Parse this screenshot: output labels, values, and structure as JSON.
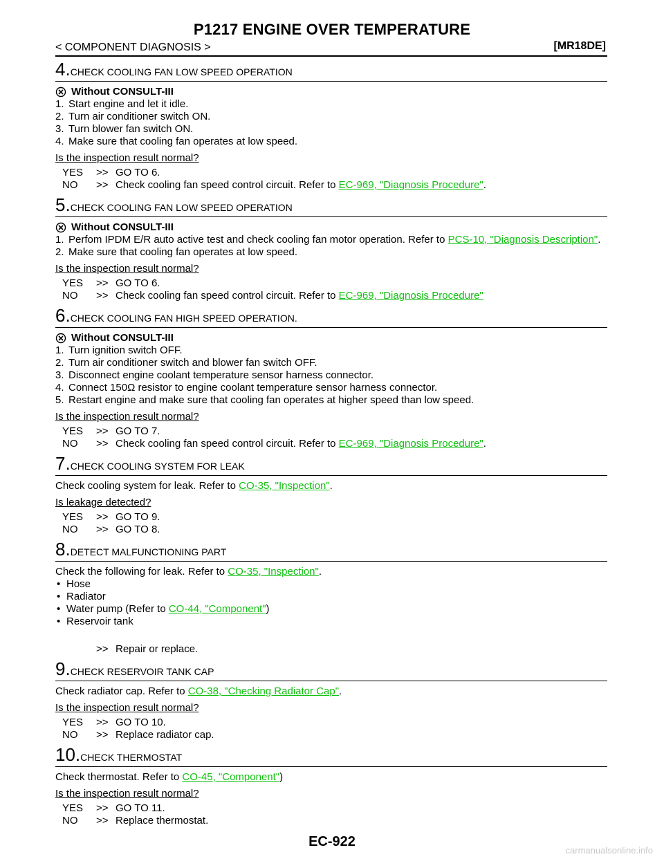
{
  "header": {
    "title": "P1217 ENGINE OVER TEMPERATURE",
    "section": "< COMPONENT DIAGNOSIS >",
    "engine": "[MR18DE]"
  },
  "steps": {
    "s4": {
      "num": "4.",
      "title": "CHECK COOLING FAN LOW SPEED OPERATION",
      "sub": "Without CONSULT-III",
      "items": [
        "1.",
        "Start engine and let it idle.",
        "2.",
        "Turn air conditioner switch ON.",
        "3.",
        "Turn blower fan switch ON.",
        "4.",
        "Make sure that cooling fan operates at low speed."
      ],
      "question": "Is the inspection result normal?",
      "yes_k": "YES",
      "yes_s": ">>",
      "yes_t": "GO TO 6.",
      "no_k": "NO",
      "no_s": ">>",
      "no_t": "Check cooling fan speed control circuit. Refer to ",
      "no_link": "EC-969, \"Diagnosis Procedure\"",
      "no_end": "."
    },
    "s5": {
      "num": "5.",
      "title": "CHECK COOLING FAN LOW SPEED OPERATION",
      "sub": "Without CONSULT-III",
      "i1n": "1.",
      "i1t": "Perfom IPDM E/R auto active test and check cooling fan motor operation. Refer to ",
      "i1link": "PCS-10, \"Diagnosis Description\"",
      "i1end": ".",
      "i2n": "2.",
      "i2t": "Make sure that cooling fan operates at low speed.",
      "question": "Is the inspection result normal?",
      "yes_k": "YES",
      "yes_s": ">>",
      "yes_t": "GO TO 6.",
      "no_k": "NO",
      "no_s": ">>",
      "no_t": "Check cooling fan speed control circuit. Refer to ",
      "no_link": "EC-969, \"Diagnosis Procedure\""
    },
    "s6": {
      "num": "6.",
      "title": "CHECK COOLING FAN HIGH SPEED OPERATION.",
      "sub": "Without CONSULT-III",
      "items": [
        "1.",
        "Turn ignition switch OFF.",
        "2.",
        "Turn air conditioner switch and blower fan switch OFF.",
        "3.",
        "Disconnect engine coolant temperature sensor harness connector.",
        "4.",
        "Connect 150Ω resistor to engine coolant temperature sensor harness connector.",
        "5.",
        "Restart engine and make sure that cooling fan operates at higher speed than low speed."
      ],
      "question": "Is the inspection result normal?",
      "yes_k": "YES",
      "yes_s": ">>",
      "yes_t": "GO TO 7.",
      "no_k": "NO",
      "no_s": ">>",
      "no_t": "Check cooling fan speed control circuit. Refer to ",
      "no_link": "EC-969, \"Diagnosis Procedure\"",
      "no_end": "."
    },
    "s7": {
      "num": "7.",
      "title": "CHECK COOLING SYSTEM FOR LEAK",
      "text": "Check cooling system for leak. Refer to ",
      "link": "CO-35, \"Inspection\"",
      "end": ".",
      "question": "Is leakage detected?",
      "yes_k": "YES",
      "yes_s": ">>",
      "yes_t": "GO TO 9.",
      "no_k": "NO",
      "no_s": ">>",
      "no_t": "GO TO 8."
    },
    "s8": {
      "num": "8.",
      "title": "DETECT MALFUNCTIONING PART",
      "text": "Check the following for leak. Refer to ",
      "link": "CO-35, \"Inspection\"",
      "end": ".",
      "b1": "Hose",
      "b2": "Radiator",
      "b3": "Water pump (Refer to ",
      "b3link": "CO-44, \"Component\"",
      "b3end": ")",
      "b4": "Reservoir tank",
      "action_s": ">>",
      "action_t": "Repair or replace."
    },
    "s9": {
      "num": "9.",
      "title": "CHECK RESERVOIR TANK CAP",
      "text": "Check radiator cap. Refer to ",
      "link": "CO-38, \"Checking Radiator Cap\"",
      "end": ".",
      "question": "Is the inspection result normal?",
      "yes_k": "YES",
      "yes_s": ">>",
      "yes_t": "GO TO 10.",
      "no_k": "NO",
      "no_s": ">>",
      "no_t": "Replace radiator cap."
    },
    "s10": {
      "num": "10.",
      "title": "CHECK THERMOSTAT",
      "text": "Check thermostat. Refer to ",
      "link": "CO-45, \"Component\"",
      "end": ")",
      "question": "Is the inspection result normal?",
      "yes_k": "YES",
      "yes_s": ">>",
      "yes_t": "GO TO 11.",
      "no_k": "NO",
      "no_s": ">>",
      "no_t": "Replace thermostat."
    }
  },
  "bullet_char": "•",
  "link_color": "#10c010",
  "icon": "consult-tool-icon",
  "footer": {
    "page": "EC-922"
  },
  "watermark": "carmanualsonline.info"
}
